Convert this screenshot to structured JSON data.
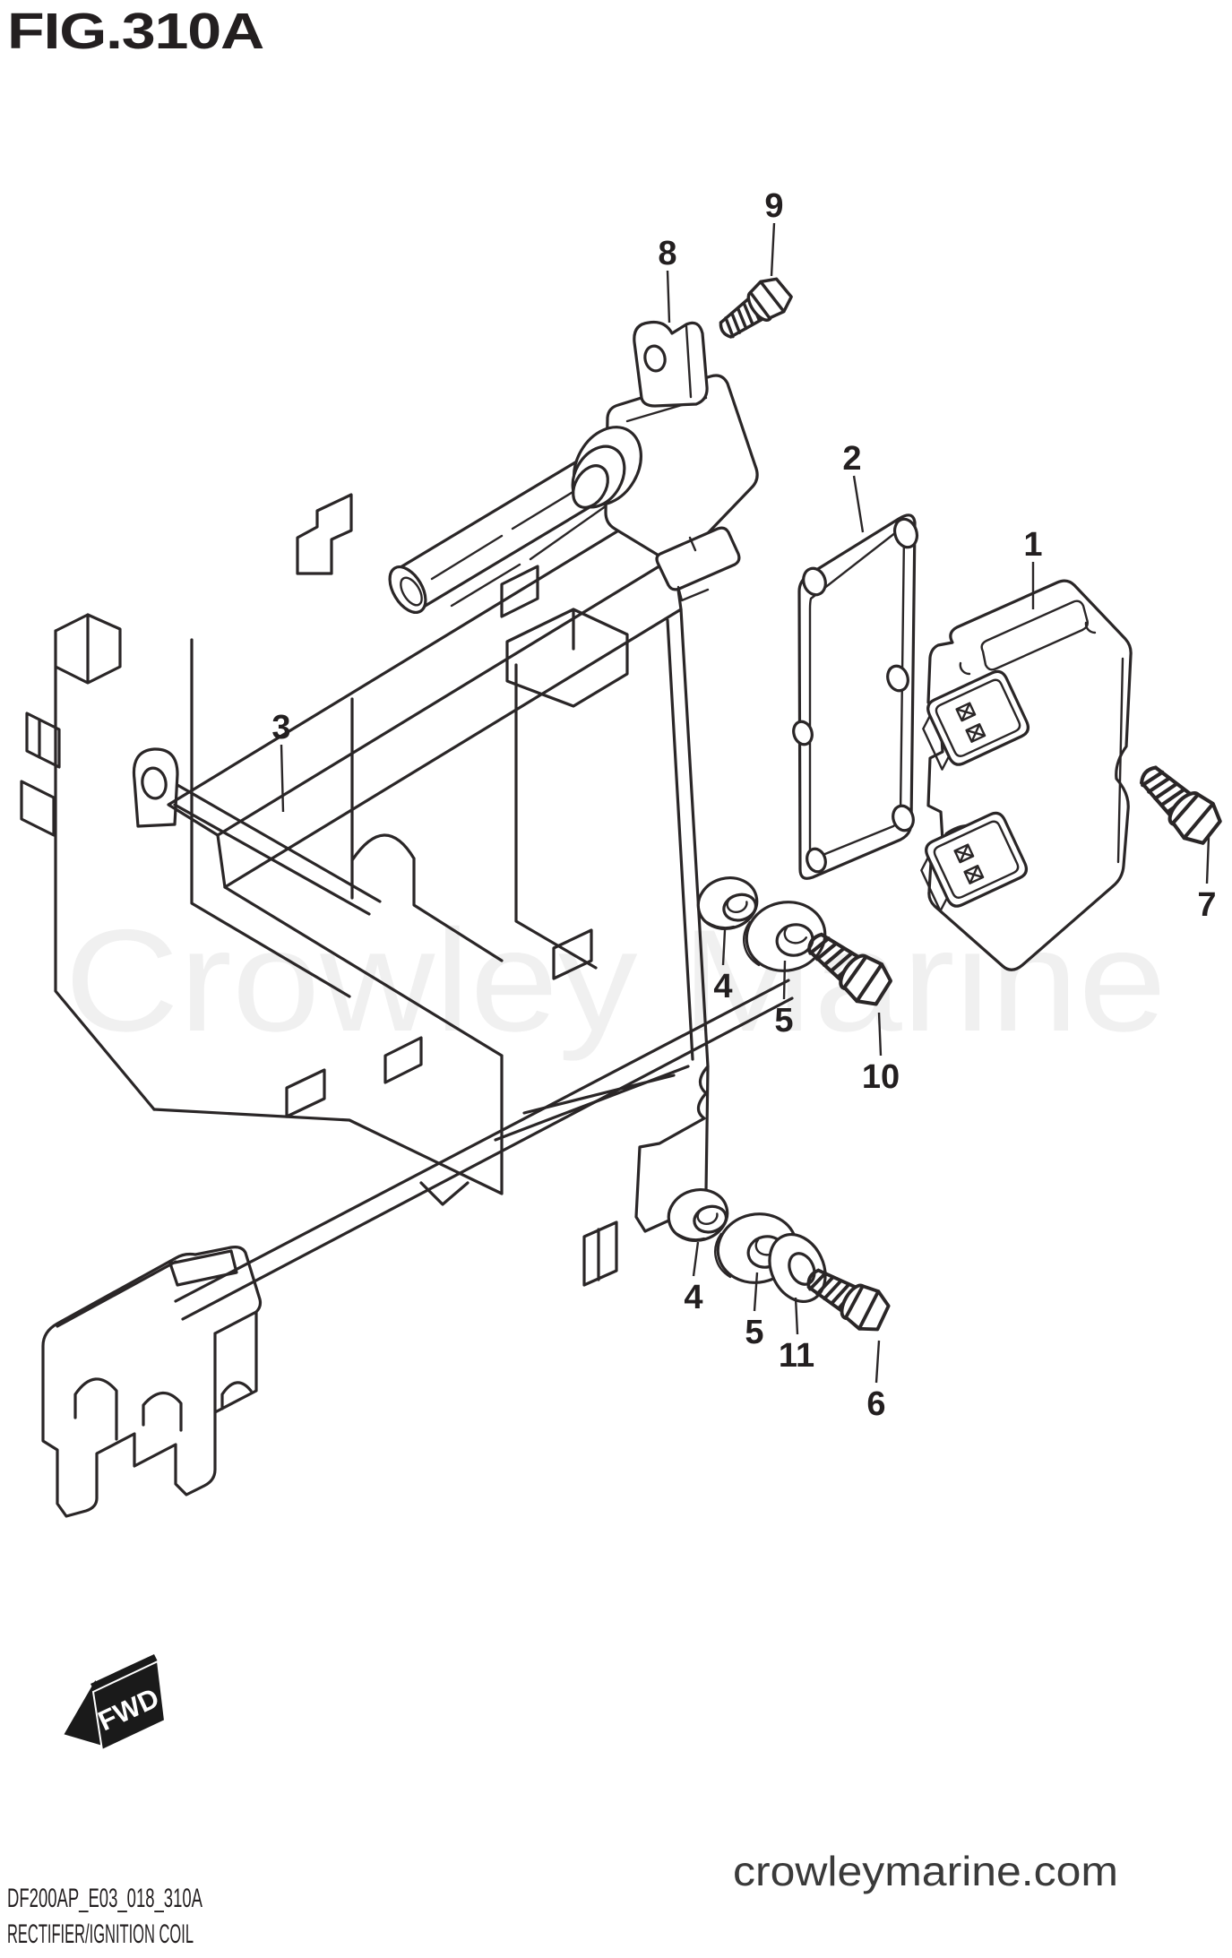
{
  "header": {
    "figure_title": "FIG.310A"
  },
  "watermark": {
    "text": "Crowley Marine",
    "color": "#e9e9e9"
  },
  "fwd_badge": {
    "label": "FWD",
    "color": "#1a1a1a"
  },
  "colors": {
    "ink": "#2a2627",
    "website_text": "#3a3a3a"
  },
  "callouts": [
    {
      "part": "8"
    },
    {
      "part": "9"
    },
    {
      "part": "2"
    },
    {
      "part": "1"
    },
    {
      "part": "7"
    },
    {
      "part": "3"
    },
    {
      "part": "4"
    },
    {
      "part": "5"
    },
    {
      "part": "10"
    },
    {
      "part": "4"
    },
    {
      "part": "5"
    },
    {
      "part": "11"
    },
    {
      "part": "6"
    }
  ],
  "footer": {
    "drawing_code": "DF200AP_E03_018_310A",
    "diagram_title": "RECTIFIER/IGNITION COIL",
    "website": "crowleymarine.com"
  }
}
